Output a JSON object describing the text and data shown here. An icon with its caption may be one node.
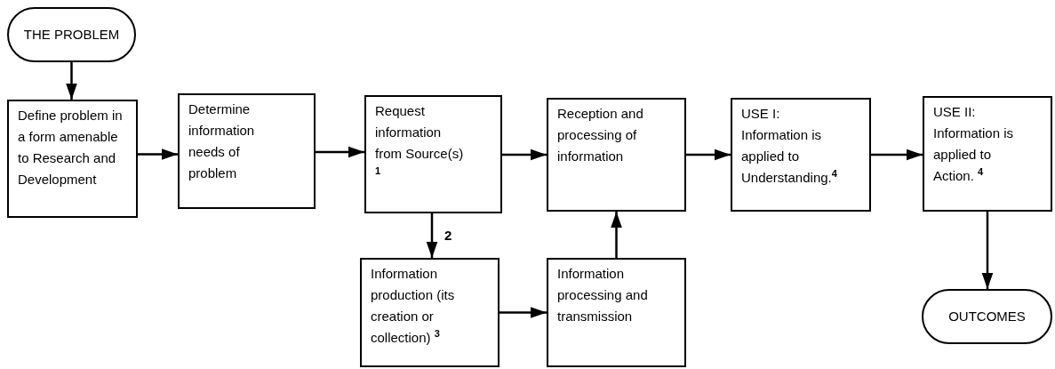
{
  "diagram": {
    "nodes": [
      {
        "text": [
          "THE PROBLEM"
        ]
      },
      {
        "text": [
          "Define problem in a form amenable to Research and Development"
        ]
      },
      {
        "text": [
          "Determine information needs of problem"
        ]
      },
      {
        "text": [
          "Request information from Source(s) $^{1}$"
        ]
      },
      {
        "text": [
          "Reception and processing of information"
        ]
      },
      {
        "text": [
          "USE I: Information is applied to Understanding.$^{4}$"
        ]
      },
      {
        "text": [
          "USE II: Information is applied to Action. $^{4}$"
        ]
      },
      {
        "text": [
          "Information production (its creation or collection) $^{3}$"
        ]
      },
      {
        "text": [
          "Information processing and transmission"
        ]
      },
      {
        "text": [
          "OUTCOMES"
        ]
      }
    ],
    "edges": [
      {
        "from": 0,
        "to": 1,
        "arrow": "to"
      },
      {
        "from": 1,
        "to": 2,
        "arrow": "to"
      },
      {
        "from": 2,
        "to": 3,
        "arrow": "to"
      },
      {
        "from": 3,
        "to": 4,
        "arrow": "to"
      },
      {
        "from": 4,
        "to": 5,
        "arrow": "to"
      },
      {
        "from": 5,
        "to": 6,
        "arrow": "to"
      },
      {
        "from": 3,
        "to": 7,
        "arrow": "to",
        "label": "2"
      },
      {
        "from": 7,
        "to": 8,
        "arrow": "to"
      },
      {
        "from": 8,
        "to": 4,
        "arrow": "to"
      },
      {
        "from": 6,
        "to": 9,
        "arrow": "to"
      }
    ]
  }
}
